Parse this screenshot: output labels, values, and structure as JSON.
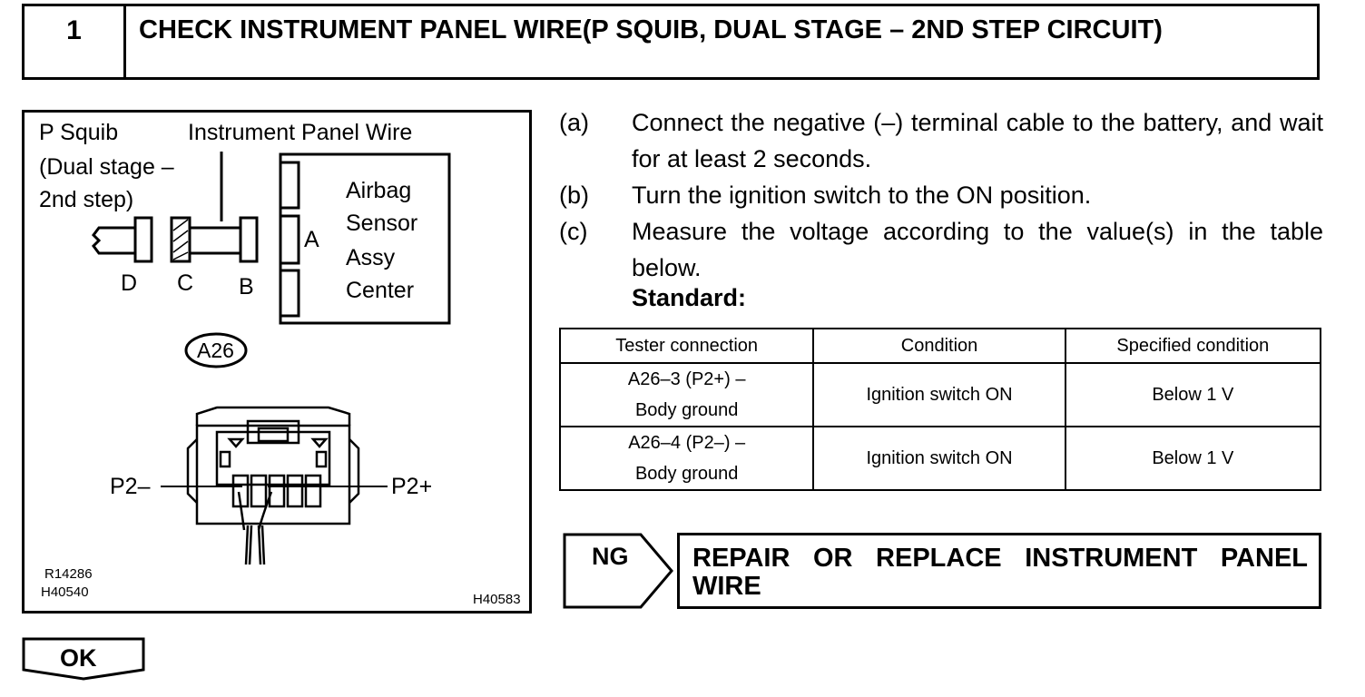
{
  "header": {
    "step_number": "1",
    "title": "CHECK INSTRUMENT PANEL WIRE(P SQUIB, DUAL STAGE – 2ND STEP CIRCUIT)"
  },
  "figure": {
    "p_squib_label": [
      "P Squib",
      "(Dual stage –",
      "2nd step)"
    ],
    "instrument_panel_wire_label": "Instrument Panel Wire",
    "connector_labels": {
      "a": "A",
      "b": "B",
      "c": "C",
      "d": "D"
    },
    "ecu_label": [
      "Airbag",
      "Sensor",
      "Assy",
      "Center"
    ],
    "connector_id": "A26",
    "terminal_left": "P2–",
    "terminal_right": "P2+",
    "codes": [
      "R14286",
      "H40540",
      "H40583"
    ]
  },
  "steps": [
    {
      "label": "(a)",
      "text": "Connect the negative (–) terminal cable to the battery, and wait for at least 2 seconds."
    },
    {
      "label": "(b)",
      "text": "Turn the ignition switch to the ON position."
    },
    {
      "label": "(c)",
      "text": "Measure the voltage according to the value(s) in the table below."
    }
  ],
  "standard_label": "Standard:",
  "table": {
    "headers": [
      "Tester connection",
      "Condition",
      "Specified condition"
    ],
    "rows": [
      {
        "tester": [
          "A26–3 (P2+) –",
          "Body ground"
        ],
        "condition": "Ignition switch ON",
        "specified": "Below 1 V"
      },
      {
        "tester": [
          "A26–4 (P2–) –",
          "Body ground"
        ],
        "condition": "Ignition switch ON",
        "specified": "Below 1 V"
      }
    ]
  },
  "ng": {
    "label": "NG",
    "action": "REPAIR OR REPLACE INSTRUMENT PANEL WIRE"
  },
  "ok": {
    "label": "OK"
  }
}
